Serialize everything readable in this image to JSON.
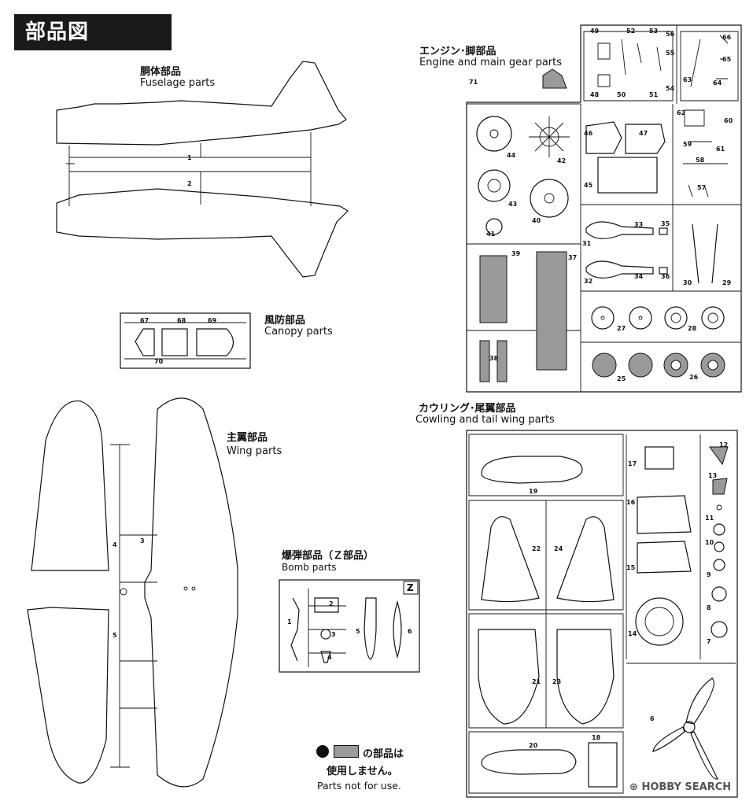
{
  "header": {
    "title": "部品図　Parts"
  },
  "sections": {
    "fuselage": {
      "jp": "胴体部品",
      "en": "Fuselage parts",
      "parts": [
        "1",
        "2"
      ]
    },
    "canopy": {
      "jp": "風防部品",
      "en": "Canopy parts",
      "parts": [
        "67",
        "68",
        "69",
        "70"
      ]
    },
    "wing": {
      "jp": "主翼部品",
      "en": "Wing parts",
      "parts": [
        "3",
        "4",
        "5"
      ]
    },
    "bomb": {
      "jp": "爆弾部品（Ｚ部品）",
      "en": "Bomb parts",
      "sprue_letter": "Z",
      "parts": [
        "1",
        "2",
        "3",
        "4",
        "5",
        "6"
      ]
    },
    "engine": {
      "jp": "エンジン･脚部品",
      "en": "Engine and main gear parts",
      "parts": [
        "25",
        "26",
        "27",
        "28",
        "29",
        "30",
        "31",
        "32",
        "33",
        "34",
        "35",
        "36",
        "37",
        "38",
        "39",
        "40",
        "41",
        "42",
        "43",
        "44",
        "45",
        "46",
        "47",
        "48",
        "49",
        "50",
        "51",
        "52",
        "53",
        "54",
        "55",
        "56",
        "57",
        "58",
        "59",
        "60",
        "61",
        "62",
        "63",
        "64",
        "65",
        "66",
        "71"
      ]
    },
    "cowling": {
      "jp": "カウリング･尾翼部品",
      "en": "Cowling and tail wing parts",
      "parts": [
        "6",
        "7",
        "8",
        "9",
        "10",
        "11",
        "12",
        "13",
        "14",
        "15",
        "16",
        "17",
        "18",
        "19",
        "20",
        "21",
        "22",
        "23",
        "24"
      ]
    }
  },
  "legend": {
    "line1": "の部品は",
    "line2": "使用しません。",
    "en": "Parts not for use."
  },
  "watermark": {
    "text": "HOBBY SEARCH"
  },
  "colors": {
    "unused_fill": "#9a9a9a",
    "title_bg": "#1a1a1a"
  }
}
